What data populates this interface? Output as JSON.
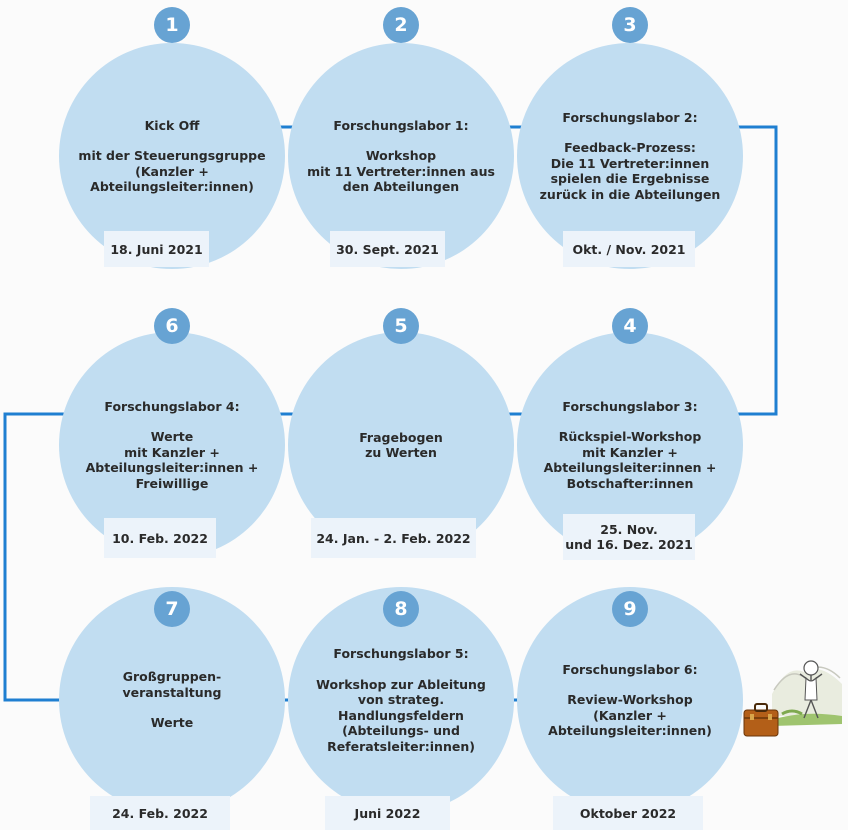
{
  "steps": [
    {
      "number": "1",
      "title": "Kick Off",
      "body": "mit der Steuerungsgruppe\n(Kanzler +\nAbteilungsleiter:innen)",
      "date": "18. Juni 2021"
    },
    {
      "number": "2",
      "title": "Forschungslabor 1:",
      "body": "Workshop\nmit 11 Vertreter:innen aus\nden Abteilungen",
      "date": "30. Sept. 2021"
    },
    {
      "number": "3",
      "title": "Forschungslabor 2:",
      "body": "Feedback-Prozess:\nDie 11 Vertreter:innen\nspielen die Ergebnisse\nzurück in die Abteilungen",
      "date": "Okt. / Nov. 2021"
    },
    {
      "number": "4",
      "title": "Forschungslabor 3:",
      "body": "Rückspiel-Workshop\nmit Kanzler +\nAbteilungsleiter:innen +\nBotschafter:innen",
      "date": "25. Nov.\nund 16. Dez. 2021"
    },
    {
      "number": "5",
      "title": "",
      "body": "Fragebogen\nzu Werten",
      "date": "24. Jan. - 2. Feb. 2022"
    },
    {
      "number": "6",
      "title": "Forschungslabor 4:",
      "body": "Werte\nmit Kanzler +\nAbteilungsleiter:innen +\nFreiwillige",
      "date": "10. Feb. 2022"
    },
    {
      "number": "7",
      "title": "Großgruppen-\nveranstaltung",
      "body": "Werte",
      "date": "24. Feb. 2022"
    },
    {
      "number": "8",
      "title": "Forschungslabor 5:",
      "body": "Workshop zur Ableitung\nvon strateg.\nHandlungsfeldern\n(Abteilungs- und\nReferatsleiter:innen)",
      "date": "Juni 2022"
    },
    {
      "number": "9",
      "title": "Forschungslabor 6:",
      "body": "Review-Workshop\n(Kanzler +\nAbteilungsleiter:innen)",
      "date": "Oktober 2022"
    }
  ],
  "colors": {
    "circle": "#c1ddf1",
    "number_badge": "#67a3d3",
    "date_box": "#ecf3fa",
    "connector": "#1f7fd1"
  },
  "illustration": {
    "icon": "person-with-suitcase-icon"
  }
}
